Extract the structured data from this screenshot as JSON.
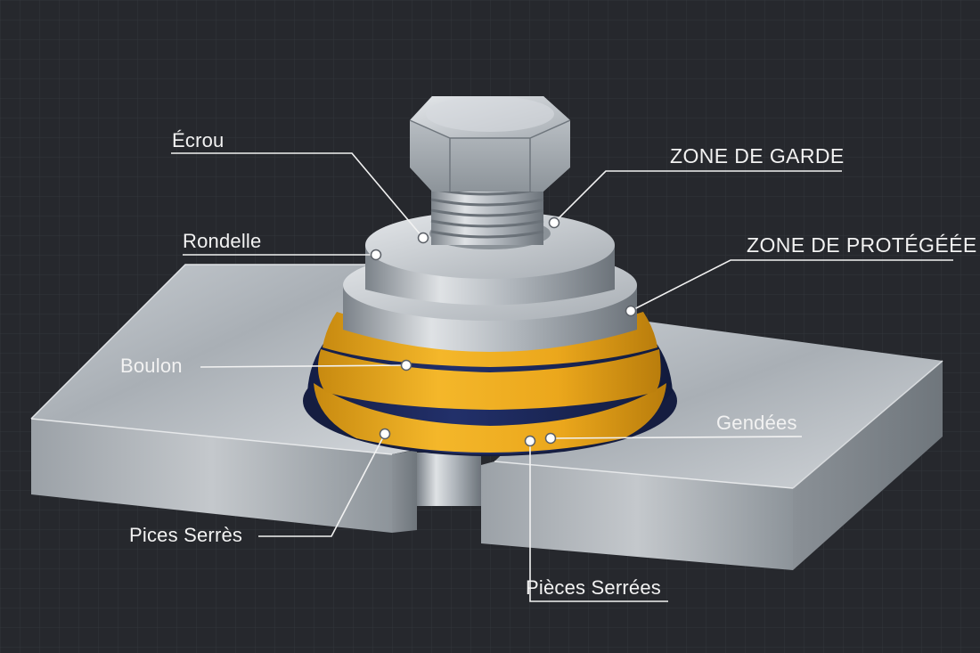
{
  "diagram": {
    "labels": {
      "ecrou": "Écrou",
      "rondelle": "Rondelle",
      "boulon": "Boulon",
      "pices_serres": "Pices Serrès",
      "zone_de_garde": "ZONE DE GARDE",
      "zone_de_protegee": "ZONE DE PROTÉGÉÉE",
      "gendees": "Gendées",
      "pieces_serrees": "Pièces Serrées"
    },
    "colors": {
      "background": "#26282d",
      "grid": "#34373d",
      "steel_light": "#d6dade",
      "steel_dark": "#7e858c",
      "seal_yellow": "#efad1d",
      "seal_navy": "#1c2858",
      "leader_line": "#f2f2f2"
    }
  }
}
